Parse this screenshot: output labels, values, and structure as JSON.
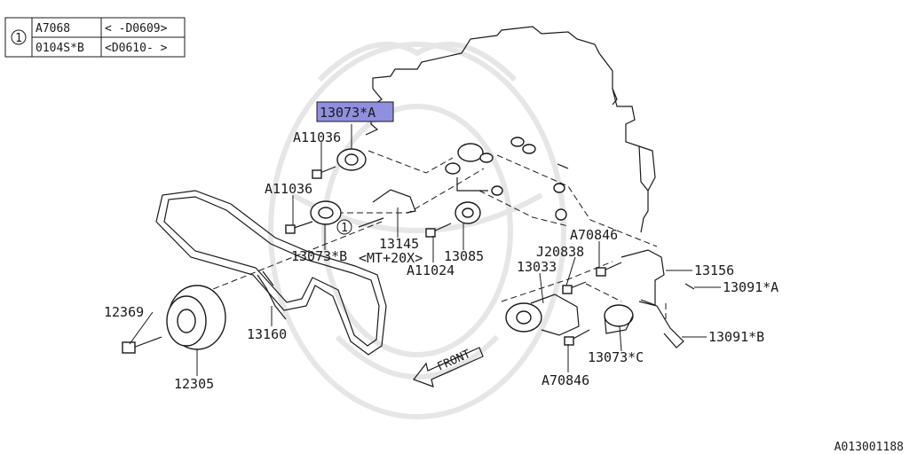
{
  "legend": {
    "marker": "1",
    "rows": [
      {
        "part": "A7068",
        "range": "< -D0609>"
      },
      {
        "part": "0104S*B",
        "range": "<D0610- >"
      }
    ]
  },
  "labels": {
    "highlighted": "13073*A",
    "a11036_top": "A11036",
    "a11036_mid": "A11036",
    "p13073b": "13073*B",
    "p13145": "13145",
    "mt_note": "<MT+20X>",
    "a11024": "A11024",
    "p13085": "13085",
    "a70846_top": "A70846",
    "j20838": "J20838",
    "p13033": "13033",
    "p13156": "13156",
    "p13091a": "13091*A",
    "p13091b": "13091*B",
    "p13073c": "13073*C",
    "a70846_bot": "A70846",
    "p12369": "12369",
    "p12305": "12305",
    "p13160": "13160",
    "front": "FRONT",
    "callout": "1"
  },
  "highlight_color": "#8f8fe0",
  "footer_code": "A013001188"
}
